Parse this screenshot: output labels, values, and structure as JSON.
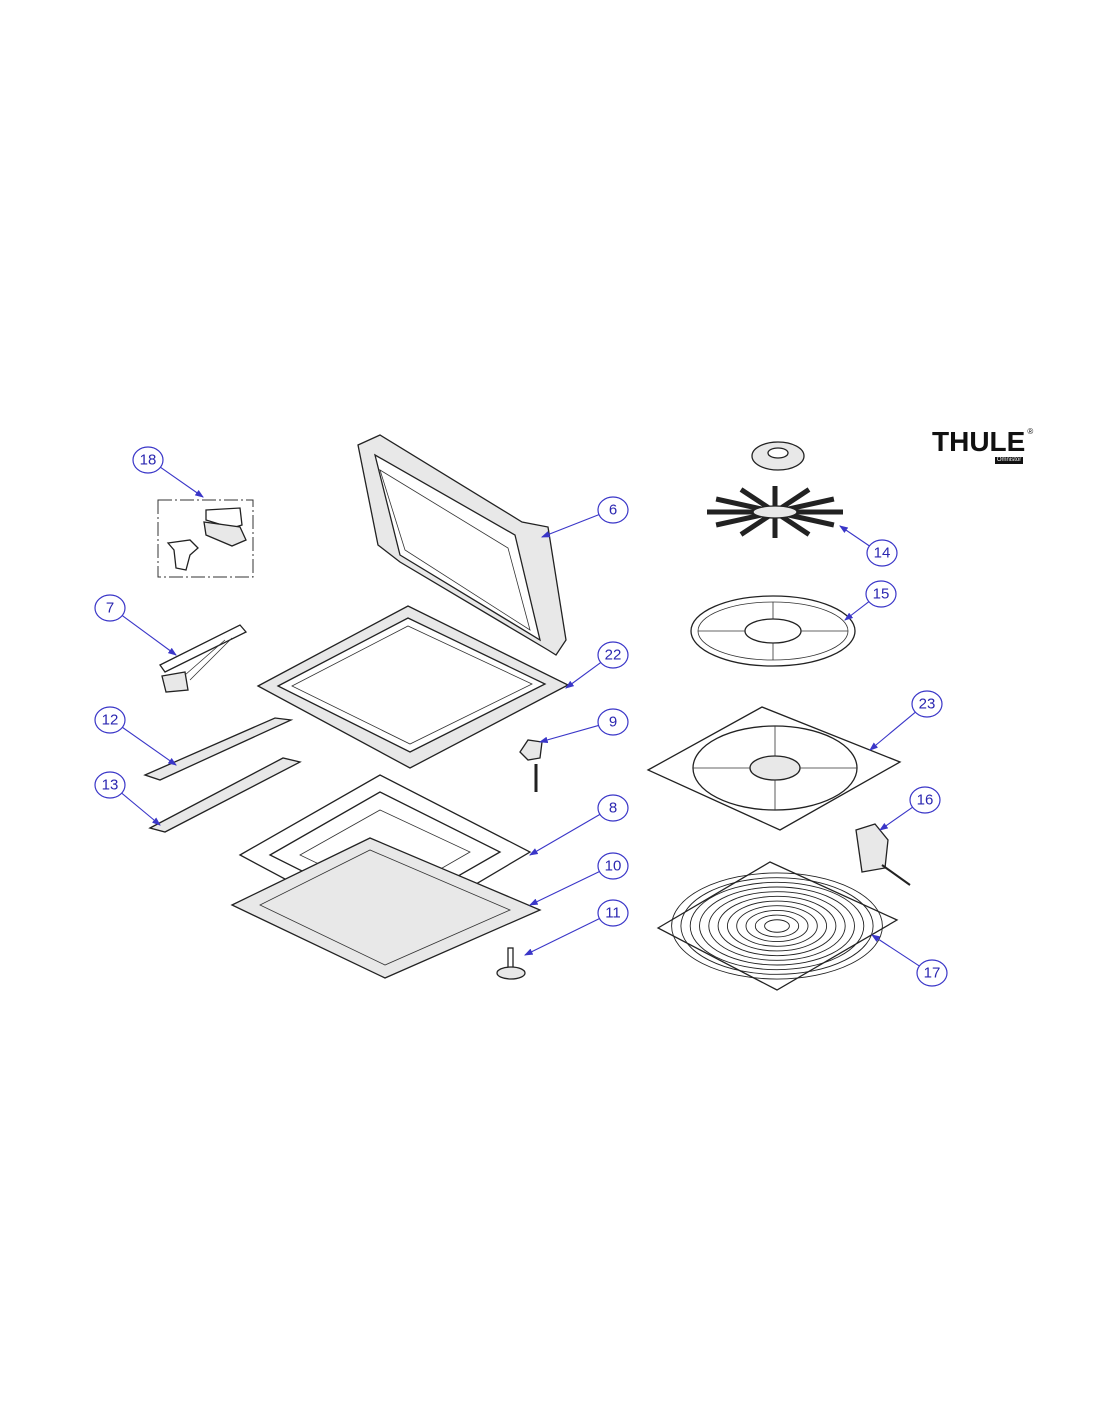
{
  "logo": {
    "brand": "THULE",
    "registered": "®",
    "sub": "Omnistor"
  },
  "callouts": [
    {
      "id": "18",
      "label": "18"
    },
    {
      "id": "6",
      "label": "6"
    },
    {
      "id": "14",
      "label": "14"
    },
    {
      "id": "15",
      "label": "15"
    },
    {
      "id": "7",
      "label": "7"
    },
    {
      "id": "22",
      "label": "22"
    },
    {
      "id": "12",
      "label": "12"
    },
    {
      "id": "9",
      "label": "9"
    },
    {
      "id": "23",
      "label": "23"
    },
    {
      "id": "13",
      "label": "13"
    },
    {
      "id": "16",
      "label": "16"
    },
    {
      "id": "8",
      "label": "8"
    },
    {
      "id": "10",
      "label": "10"
    },
    {
      "id": "11",
      "label": "11"
    },
    {
      "id": "17",
      "label": "17"
    }
  ],
  "colors": {
    "callout": "#3a36c8",
    "line": "#222222"
  }
}
